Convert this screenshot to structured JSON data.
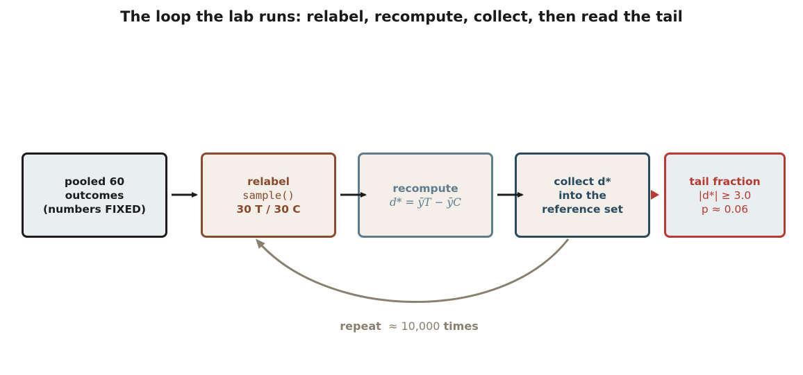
{
  "title": "The loop the lab runs: relabel, recompute, collect, then read the tail",
  "boxes": {
    "pooled": {
      "line1": "pooled 60",
      "line2": "outcomes",
      "line3": "(numbers FIXED)"
    },
    "relabel": {
      "line1": "relabel",
      "line2": "sample()",
      "line3": "30 T / 30 C"
    },
    "recompute": {
      "line1": "recompute",
      "formula": "d* = ȳT − ȳC"
    },
    "collect": {
      "line1": "collect d*",
      "line2": "into the",
      "line3": "reference set"
    },
    "tail": {
      "line1": "tail fraction",
      "line2": "|d*| ≥ 3.0",
      "line3": "p ≈ 0.06"
    }
  },
  "loop": {
    "word": "repeat",
    "approx": "≈ 10,000",
    "suffix": "times"
  },
  "colors": {
    "pooled": "#1c1c1c",
    "relabel": "#8b4a2e",
    "recompute": "#5f7c8f",
    "collect": "#2a4a5f",
    "tail": "#b83a30",
    "loop_arrow": "#8a8070"
  }
}
